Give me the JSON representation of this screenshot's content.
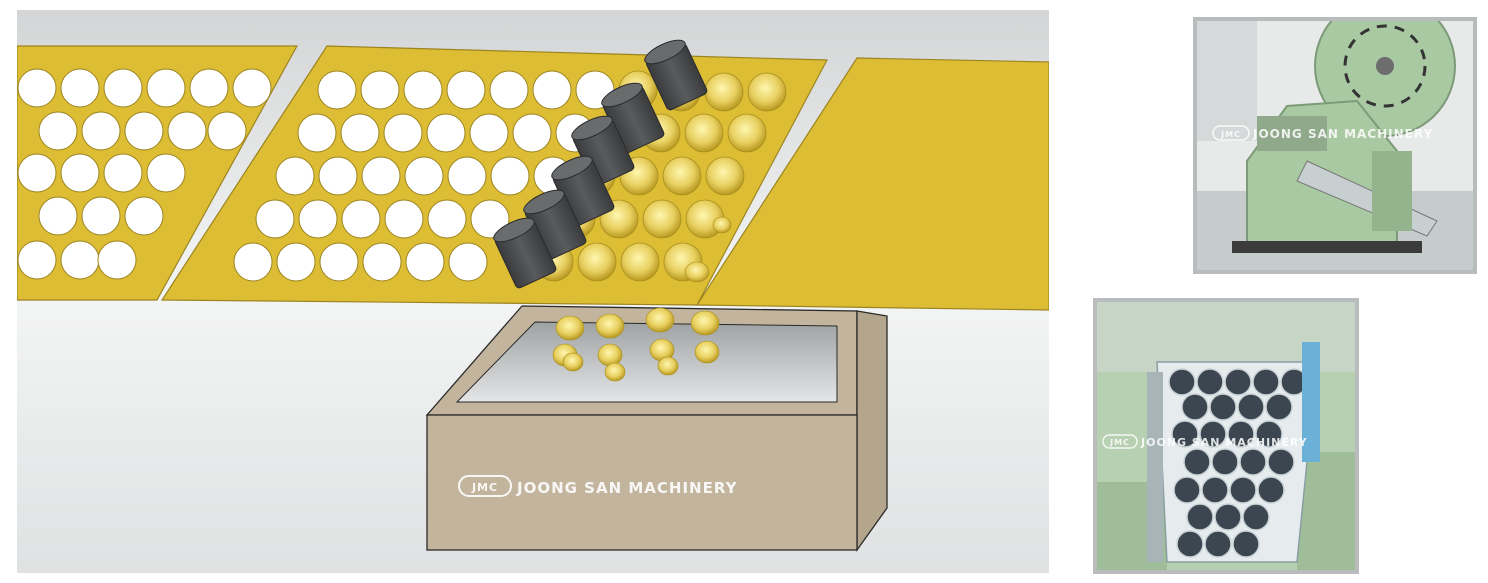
{
  "illustration": {
    "watermark": "JOONG SAN MACHINERY",
    "logo_text": "JMC"
  },
  "photos": {
    "top": {
      "watermark": "JOONG SAN MACHINERY",
      "logo_text": "JMC"
    },
    "bottom": {
      "watermark": "JOONG SAN MACHINERY",
      "logo_text": "JMC"
    }
  },
  "colors": {
    "strip": "#dcbd33",
    "punch": "#4a4b4d",
    "bin": "#c3b59d",
    "background_light": "#f6f7f7",
    "background_dark": "#c8cacb",
    "machine_green": "#a9c9a3",
    "frame": "#b9bcbd"
  }
}
